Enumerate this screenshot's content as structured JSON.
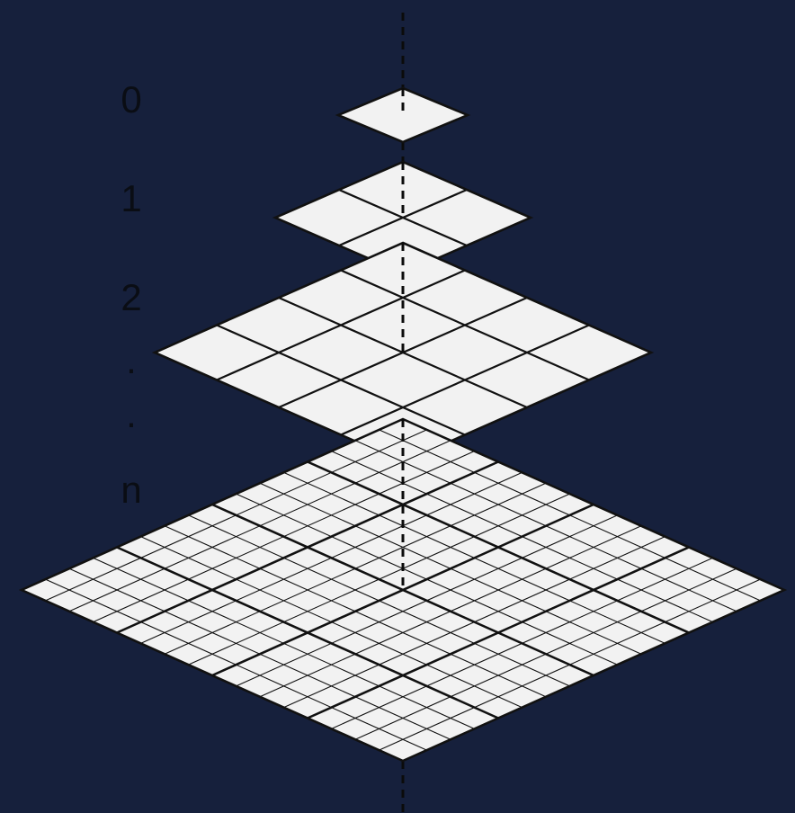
{
  "diagram": {
    "levels": [
      {
        "label": "0",
        "tiles_per_side": 1
      },
      {
        "label": "1",
        "tiles_per_side": 2
      },
      {
        "label": "2",
        "tiles_per_side": 4
      },
      {
        "label": "n",
        "tiles_per_side": 16
      }
    ],
    "ellipsis": [
      ".",
      "."
    ],
    "colors": {
      "background": "#16203c",
      "tile_fill": "#f2f2f2",
      "land": "#a9a9a9",
      "grid_line": "#111111",
      "axis": "#0b0b0b",
      "label": "#0a0d14"
    }
  }
}
